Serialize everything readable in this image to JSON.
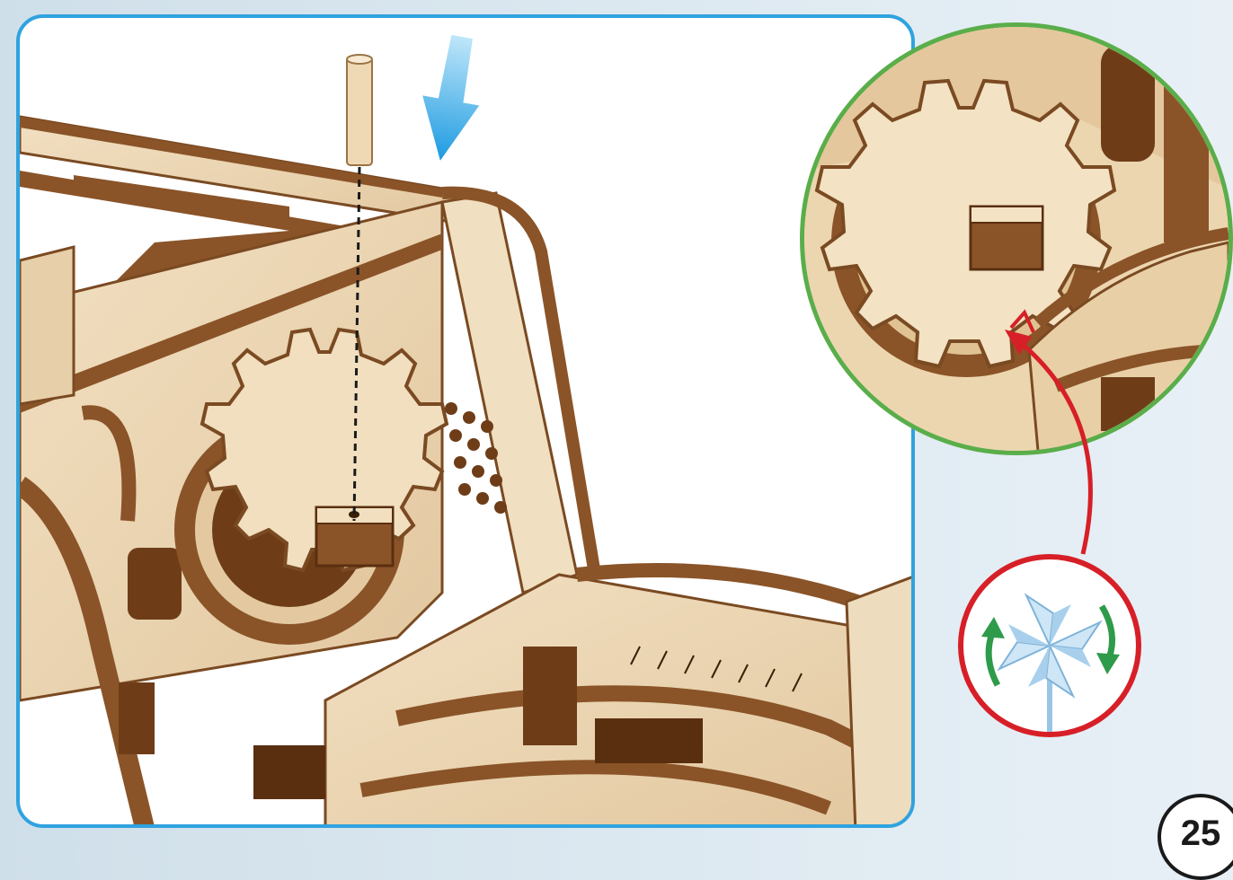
{
  "page": {
    "number": "25",
    "accent_color": "#2fa3df",
    "zoom_ring_color": "#5aae4a",
    "action_ring_color": "#d71f27"
  },
  "main_illustration": {
    "subject": "wooden-mechanism-assembly",
    "icons": [
      "down-arrow-icon",
      "wooden-peg",
      "gear"
    ]
  },
  "detail_zoom": {
    "subject": "gear-detail"
  },
  "action_badge": {
    "icons": [
      "pinwheel-icon",
      "rotate-arrows-icon"
    ]
  }
}
